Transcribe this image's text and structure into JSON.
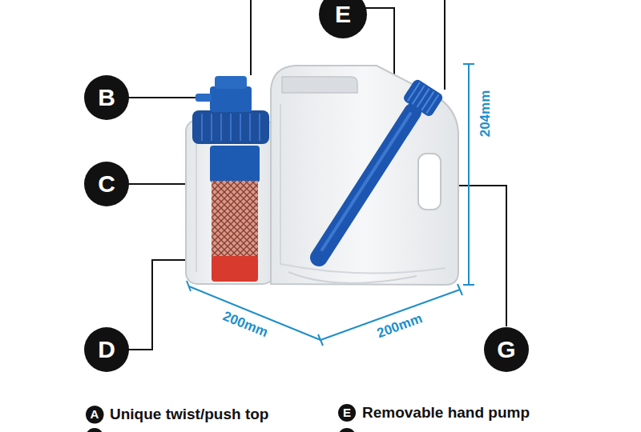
{
  "diagram": {
    "nodes": [
      {
        "text": [
          "E"
        ]
      },
      {
        "text": [
          "B"
        ]
      },
      {
        "text": [
          "C"
        ]
      },
      {
        "text": [
          "D"
        ]
      },
      {
        "text": [
          "G"
        ]
      },
      {
        "text": [
          "A"
        ]
      },
      {
        "text": [
          "E"
        ]
      }
    ],
    "labels": [
      "204mm",
      "200mm",
      "200mm",
      "Unique twist/push top",
      "Removable hand pump"
    ]
  }
}
